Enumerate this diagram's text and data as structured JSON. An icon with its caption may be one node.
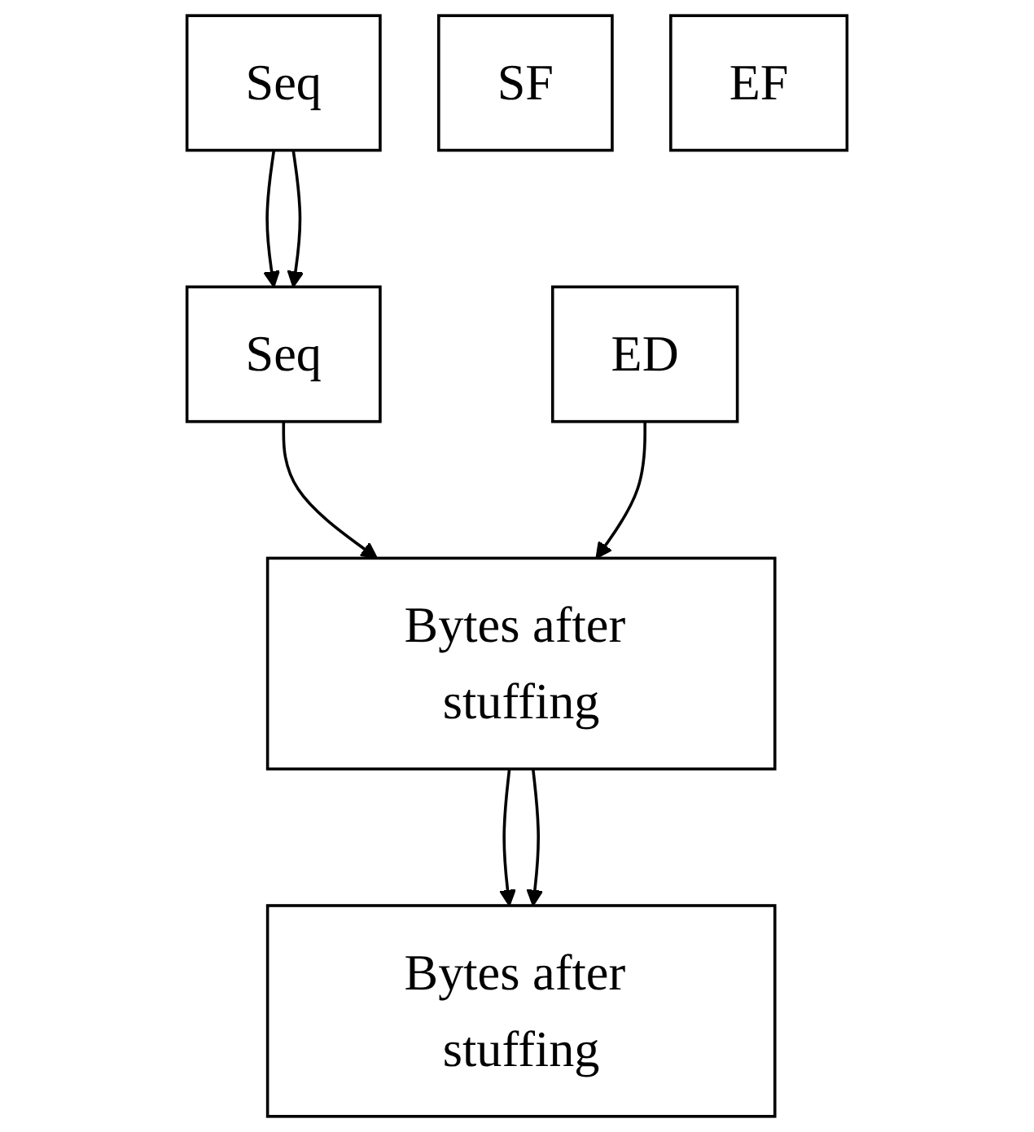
{
  "diagram": {
    "nodes": [
      {
        "text": [
          "Seq"
        ]
      },
      {
        "text": [
          "Seq"
        ]
      },
      {
        "text": [
          "ED"
        ]
      },
      {
        "text": [
          "Bytes after stuffing"
        ]
      },
      {
        "text": [
          "SF"
        ]
      },
      {
        "text": [
          "Bytes after stuffing"
        ]
      },
      {
        "text": [
          "EF"
        ]
      }
    ],
    "edges": [
      {
        "from": 0,
        "to": 1,
        "arrow": "to"
      },
      {
        "from": 0,
        "to": 1,
        "arrow": "to"
      },
      {
        "from": 1,
        "to": 3,
        "arrow": "to"
      },
      {
        "from": 2,
        "to": 3,
        "arrow": "to"
      },
      {
        "from": 3,
        "to": 5,
        "arrow": "to"
      },
      {
        "from": 3,
        "to": 5,
        "arrow": "to"
      }
    ]
  }
}
